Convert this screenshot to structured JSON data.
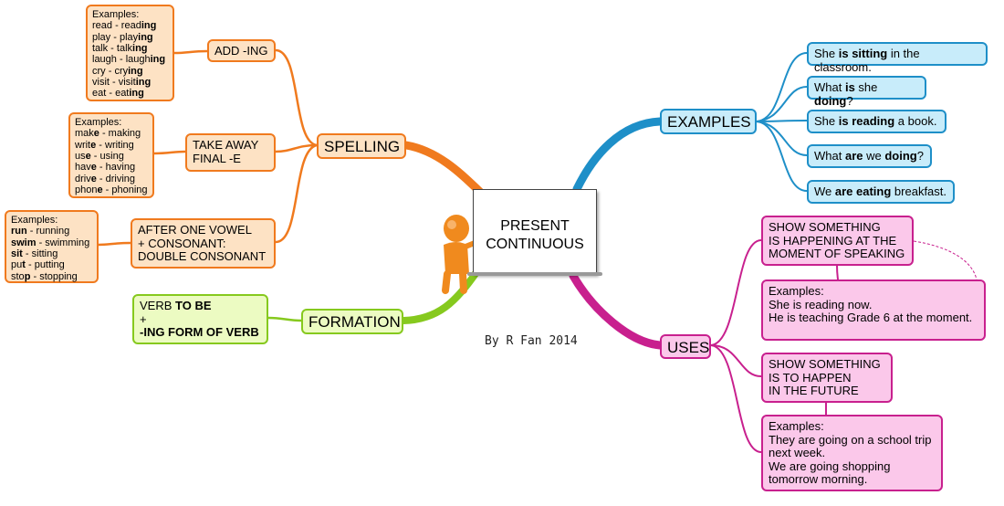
{
  "center": {
    "line1": "PRESENT",
    "line2": "CONTINUOUS"
  },
  "byline": "By R Fan 2014",
  "colors": {
    "spelling": "#f07a1e",
    "examples": "#1e8fc8",
    "uses": "#c8208e",
    "formation": "#86c91e",
    "figure": "#f08a1e"
  },
  "figure_icon": "person-at-whiteboard-icon",
  "spelling": {
    "label": "SPELLING",
    "add_ing": {
      "label": "ADD -ING",
      "examples_title": "Examples:",
      "examples": [
        {
          "base": "read",
          "stem": " - read",
          "suffix": "ing"
        },
        {
          "base": "play",
          "stem": " - play",
          "suffix": "ing"
        },
        {
          "base": "talk",
          "stem": " - talk",
          "suffix": "ing"
        },
        {
          "base": "laugh",
          "stem": " - laugh",
          "suffix": "ing"
        },
        {
          "base": "cry",
          "stem": " - cry",
          "suffix": "ing"
        },
        {
          "base": "visit",
          "stem": " - visit",
          "suffix": "ing"
        },
        {
          "base": "eat",
          "stem": " - eat",
          "suffix": "ing"
        }
      ]
    },
    "take_away_e": {
      "label_line1": "TAKE AWAY",
      "label_line2": "FINAL -E",
      "examples_title": "Examples:",
      "examples": [
        {
          "stem": "mak",
          "letter": "e",
          "rest": " - making"
        },
        {
          "stem": "writ",
          "letter": "e",
          "rest": " - writing"
        },
        {
          "stem": "us",
          "letter": "e",
          "rest": " - using"
        },
        {
          "stem": "hav",
          "letter": "e",
          "rest": " - having"
        },
        {
          "stem": "driv",
          "letter": "e",
          "rest": " - driving"
        },
        {
          "stem": "phon",
          "letter": "e",
          "rest": " - phoning"
        }
      ]
    },
    "double_consonant": {
      "label_line1": "AFTER ONE VOWEL",
      "label_line2": "+ CONSONANT:",
      "label_line3": "DOUBLE CONSONANT",
      "examples_title": "Examples:",
      "examples": [
        {
          "pre": "",
          "bold": "run",
          "rest": " - running"
        },
        {
          "pre": "",
          "bold": "swim",
          "rest": " - swimming"
        },
        {
          "pre": "",
          "bold": "sit",
          "rest": " - sitting"
        },
        {
          "pre": "pu",
          "bold": "t",
          "rest": " - putting"
        },
        {
          "pre": "sto",
          "bold": "p",
          "rest": " - stopping"
        }
      ]
    }
  },
  "formation": {
    "label": "FORMATION",
    "line1_pre": "VERB ",
    "line1_bold": "TO BE",
    "line2": "+",
    "line3": "-ING FORM OF VERB"
  },
  "examples": {
    "label": "EXAMPLES",
    "items": [
      {
        "a": "She ",
        "b": "is sitting",
        "c": " in the classroom."
      },
      {
        "a": "What ",
        "b": "is",
        "c": " she ",
        "d": "doing",
        "e": "?"
      },
      {
        "a": "She ",
        "b": "is reading",
        "c": " a book."
      },
      {
        "a": "What ",
        "b": "are",
        "c": " we ",
        "d": "doing",
        "e": "?"
      },
      {
        "a": "We ",
        "b": "are eating",
        "c": " breakfast."
      }
    ]
  },
  "uses": {
    "label": "USES",
    "use1": [
      "SHOW SOMETHING",
      "IS HAPPENING AT THE",
      "MOMENT OF SPEAKING"
    ],
    "use1_examples": [
      "Examples:",
      "She is reading now.",
      "He is teaching Grade 6 at the moment."
    ],
    "use2": [
      "SHOW SOMETHING",
      "IS TO HAPPEN",
      "IN THE FUTURE"
    ],
    "use2_examples": [
      "Examples:",
      "They are going on a school trip",
      "next week.",
      "We are going shopping",
      "tomorrow morning."
    ]
  }
}
